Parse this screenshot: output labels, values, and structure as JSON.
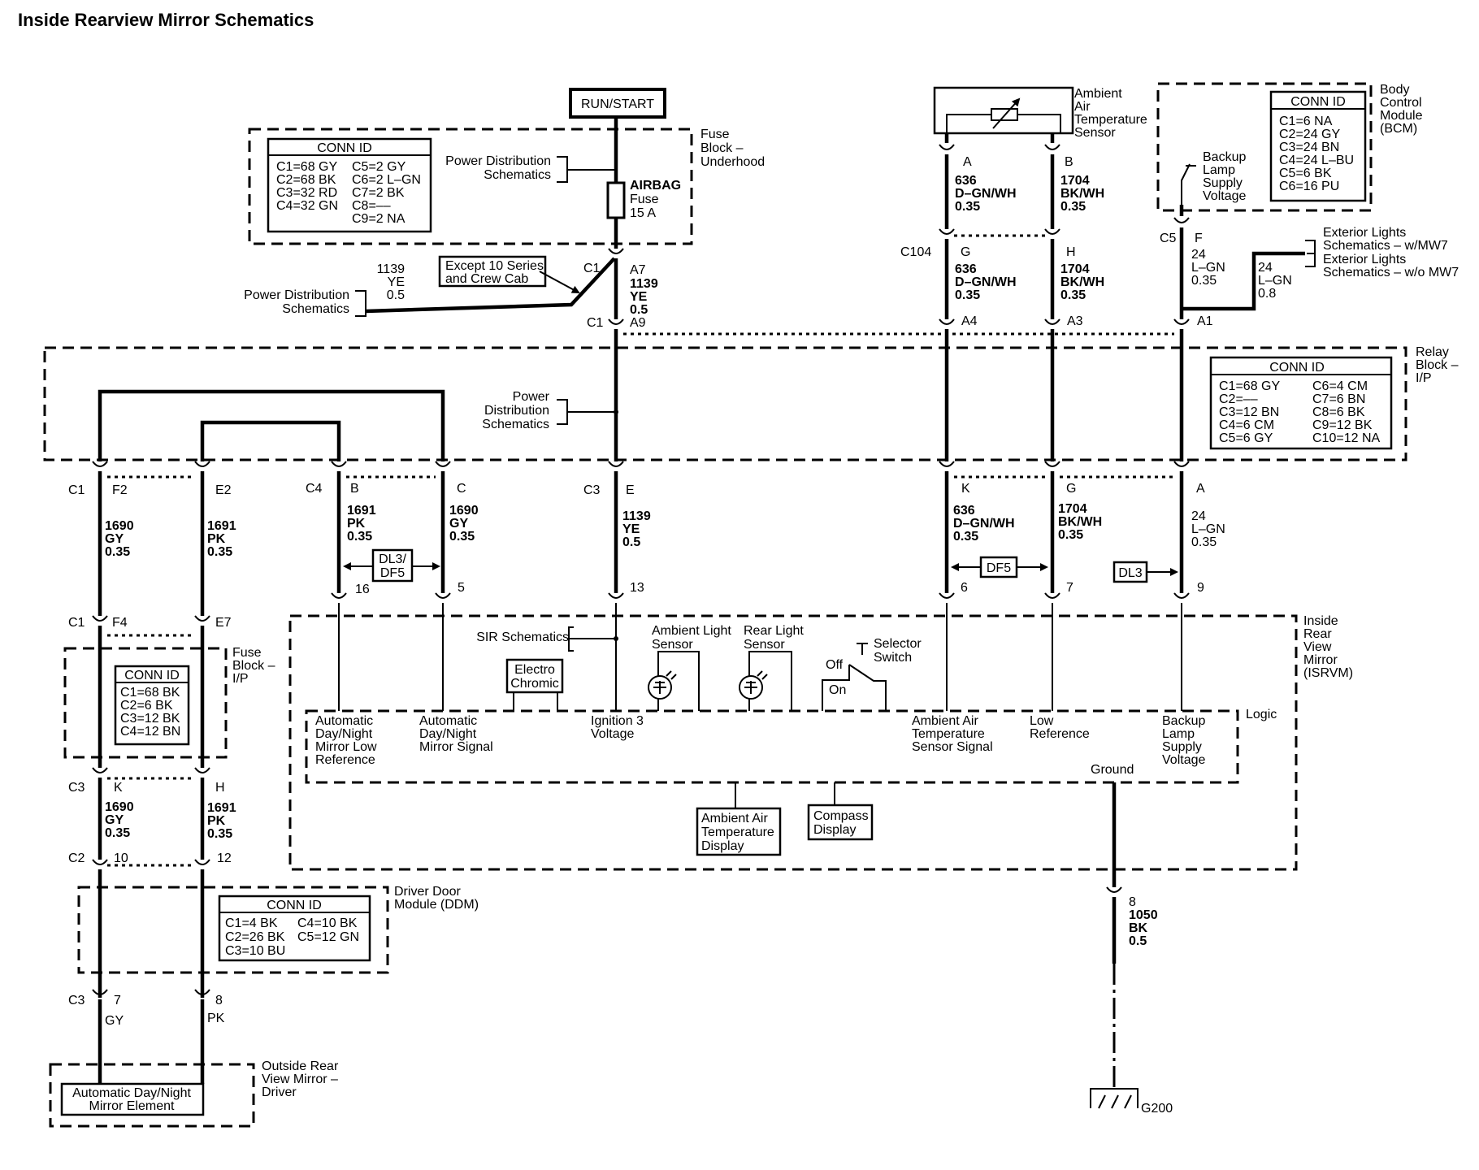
{
  "title": "Inside Rearview Mirror Schematics",
  "supply": "RUN/START",
  "fuse_under": {
    "name": [
      "Fuse",
      "Block –",
      "Underhood"
    ],
    "conn_title": "CONN ID",
    "conn_left": [
      "C1=68 GY",
      "C2=68 BK",
      "C3=32 RD",
      "C4=32 GN"
    ],
    "conn_right": [
      "C5=2 GY",
      "C6=2 L–GN",
      "C7=2 BK",
      "C8=––",
      "C9=2 NA"
    ],
    "pds": [
      "Power Distribution",
      "Schematics"
    ],
    "fuse": [
      "AIRBAG",
      "Fuse",
      "15 A"
    ]
  },
  "except_note": [
    "Except 10 Series",
    "and Crew Cab"
  ],
  "pds_left": [
    "Power Distribution",
    "Schematics"
  ],
  "pds_relay": [
    "Power",
    "Distribution",
    "Schematics"
  ],
  "sir": "SIR Schematics",
  "relay": {
    "name": [
      "Relay",
      "Block –",
      "I/P"
    ],
    "conn_title": "CONN ID",
    "conn_left": [
      "C1=68 GY",
      "C2=––",
      "C3=12 BN",
      "C4=6 CM",
      "C5=6 GY"
    ],
    "conn_right": [
      "C6=4 CM",
      "C7=6 BN",
      "C8=6 BK",
      "C9=12 BK",
      "C10=12 NA"
    ]
  },
  "sensor": {
    "name": [
      "Ambient",
      "Air",
      "Temperature",
      "Sensor"
    ]
  },
  "bcm": {
    "name": [
      "Body",
      "Control",
      "Module",
      "(BCM)"
    ],
    "conn_title": "CONN ID",
    "conn": [
      "C1=6 NA",
      "C2=24 GY",
      "C3=24 BN",
      "C4=24 L–BU",
      "C5=6 BK",
      "C6=16 PU"
    ],
    "backup": [
      "Backup",
      "Lamp",
      "Supply",
      "Voltage"
    ]
  },
  "ext_lights": [
    "Exterior Lights",
    "Schematics  –  w/MW7",
    "Exterior Lights",
    "Schematics  –  w/o MW7"
  ],
  "fuse_ip": {
    "name": [
      "Fuse",
      "Block –",
      "I/P"
    ],
    "conn_title": "CONN ID",
    "conn": [
      "C1=68 BK",
      "C2=6 BK",
      "C3=12 BK",
      "C4=12 BN"
    ]
  },
  "ddm": {
    "name": [
      "Driver Door",
      "Module (DDM)"
    ],
    "conn_title": "CONN ID",
    "conn_left": [
      "C1=4 BK",
      "C2=26 BK",
      "C3=10 BU"
    ],
    "conn_right": [
      "C4=10 BK",
      "C5=12 GN"
    ]
  },
  "outside_mirror": {
    "name": [
      "Outside Rear",
      "View Mirror –",
      "Driver"
    ],
    "element": [
      "Automatic Day/Night",
      "Mirror Element"
    ]
  },
  "isrvm": {
    "name": [
      "Inside",
      "Rear",
      "View",
      "Mirror",
      "(ISRVM)"
    ],
    "electro": [
      "Electro",
      "Chromic"
    ],
    "ambient_light": [
      "Ambient Light",
      "Sensor"
    ],
    "rear_light": [
      "Rear Light",
      "Sensor"
    ],
    "selector": [
      "Selector",
      "Switch"
    ],
    "off": "Off",
    "on": "On",
    "logic": "Logic",
    "ground": "Ground",
    "inputs": {
      "auto_low": [
        "Automatic",
        "Day/Night",
        "Mirror Low",
        "Reference"
      ],
      "auto_sig": [
        "Automatic",
        "Day/Night",
        "Mirror Signal"
      ],
      "ign": [
        "Ignition 3",
        "Voltage"
      ],
      "ambient": [
        "Ambient Air",
        "Temperature",
        "Sensor Signal"
      ],
      "low": [
        "Low",
        "Reference"
      ],
      "backup": [
        "Backup",
        "Lamp",
        "Supply",
        "Voltage"
      ]
    },
    "disp1": [
      "Ambient Air",
      "Temperature",
      "Display"
    ],
    "disp2": [
      "Compass",
      "Display"
    ]
  },
  "arrows": {
    "dl3df5": [
      "DL3/",
      "DF5"
    ],
    "df5": "DF5",
    "dl3": "DL3"
  },
  "ground_ref": "G200",
  "labels": {
    "c1_a": "C1",
    "a7": "A7",
    "c1_b": "C1",
    "a9": "A9",
    "c104": "C104",
    "c5": "C5",
    "f": "F",
    "a_sens": "A",
    "b_sens": "B",
    "g": "G",
    "h": "H",
    "a4": "A4",
    "a3": "A3",
    "a1": "A1",
    "c1_r": "C1",
    "f2": "F2",
    "e2": "E2",
    "c4_r": "C4",
    "b_r": "B",
    "c_r": "C",
    "c3_r": "C3",
    "e_r": "E",
    "k_r": "K",
    "g_r": "G",
    "a_r": "A",
    "p16": "16",
    "p5": "5",
    "p13": "13",
    "p6": "6",
    "p7": "7",
    "p9": "9",
    "c1_f": "C1",
    "f4": "F4",
    "e7": "E7",
    "c3_f": "C3",
    "k_f": "K",
    "h_f": "H",
    "c2_d": "C2",
    "p10": "10",
    "p12": "12",
    "c3_d": "C3",
    "p7d": "7",
    "p8d": "8",
    "p8g": "8"
  },
  "wires": {
    "w1139_top": [
      "1139",
      "YE",
      "0.5"
    ],
    "w1139_a7": [
      "1139",
      "YE",
      "0.5"
    ],
    "w636_a": [
      "636",
      "D–GN/WH",
      "0.35"
    ],
    "w1704_a": [
      "1704",
      "BK/WH",
      "0.35"
    ],
    "w636_b": [
      "636",
      "D–GN/WH",
      "0.35"
    ],
    "w1704_b": [
      "1704",
      "BK/WH",
      "0.35"
    ],
    "w24_a": [
      "24",
      "L–GN",
      "0.35"
    ],
    "w24_b": [
      "24",
      "L–GN",
      "0.8"
    ],
    "w1690_a": [
      "1690",
      "GY",
      "0.35"
    ],
    "w1691_a": [
      "1691",
      "PK",
      "0.35"
    ],
    "w1691_b": [
      "1691",
      "PK",
      "0.35"
    ],
    "w1690_b": [
      "1690",
      "GY",
      "0.35"
    ],
    "w1139_b": [
      "1139",
      "YE",
      "0.5"
    ],
    "w636_c": [
      "636",
      "D–GN/WH",
      "0.35"
    ],
    "w1704_c": [
      "1704",
      "BK/WH",
      "0.35"
    ],
    "w24_c": [
      "24",
      "L–GN",
      "0.35"
    ],
    "w1690_c": [
      "1690",
      "GY",
      "0.35"
    ],
    "w1691_c": [
      "1691",
      "PK",
      "0.35"
    ],
    "w_gy": [
      "GY"
    ],
    "w_pk": [
      "PK"
    ],
    "w1050": [
      "1050",
      "BK",
      "0.5"
    ]
  }
}
